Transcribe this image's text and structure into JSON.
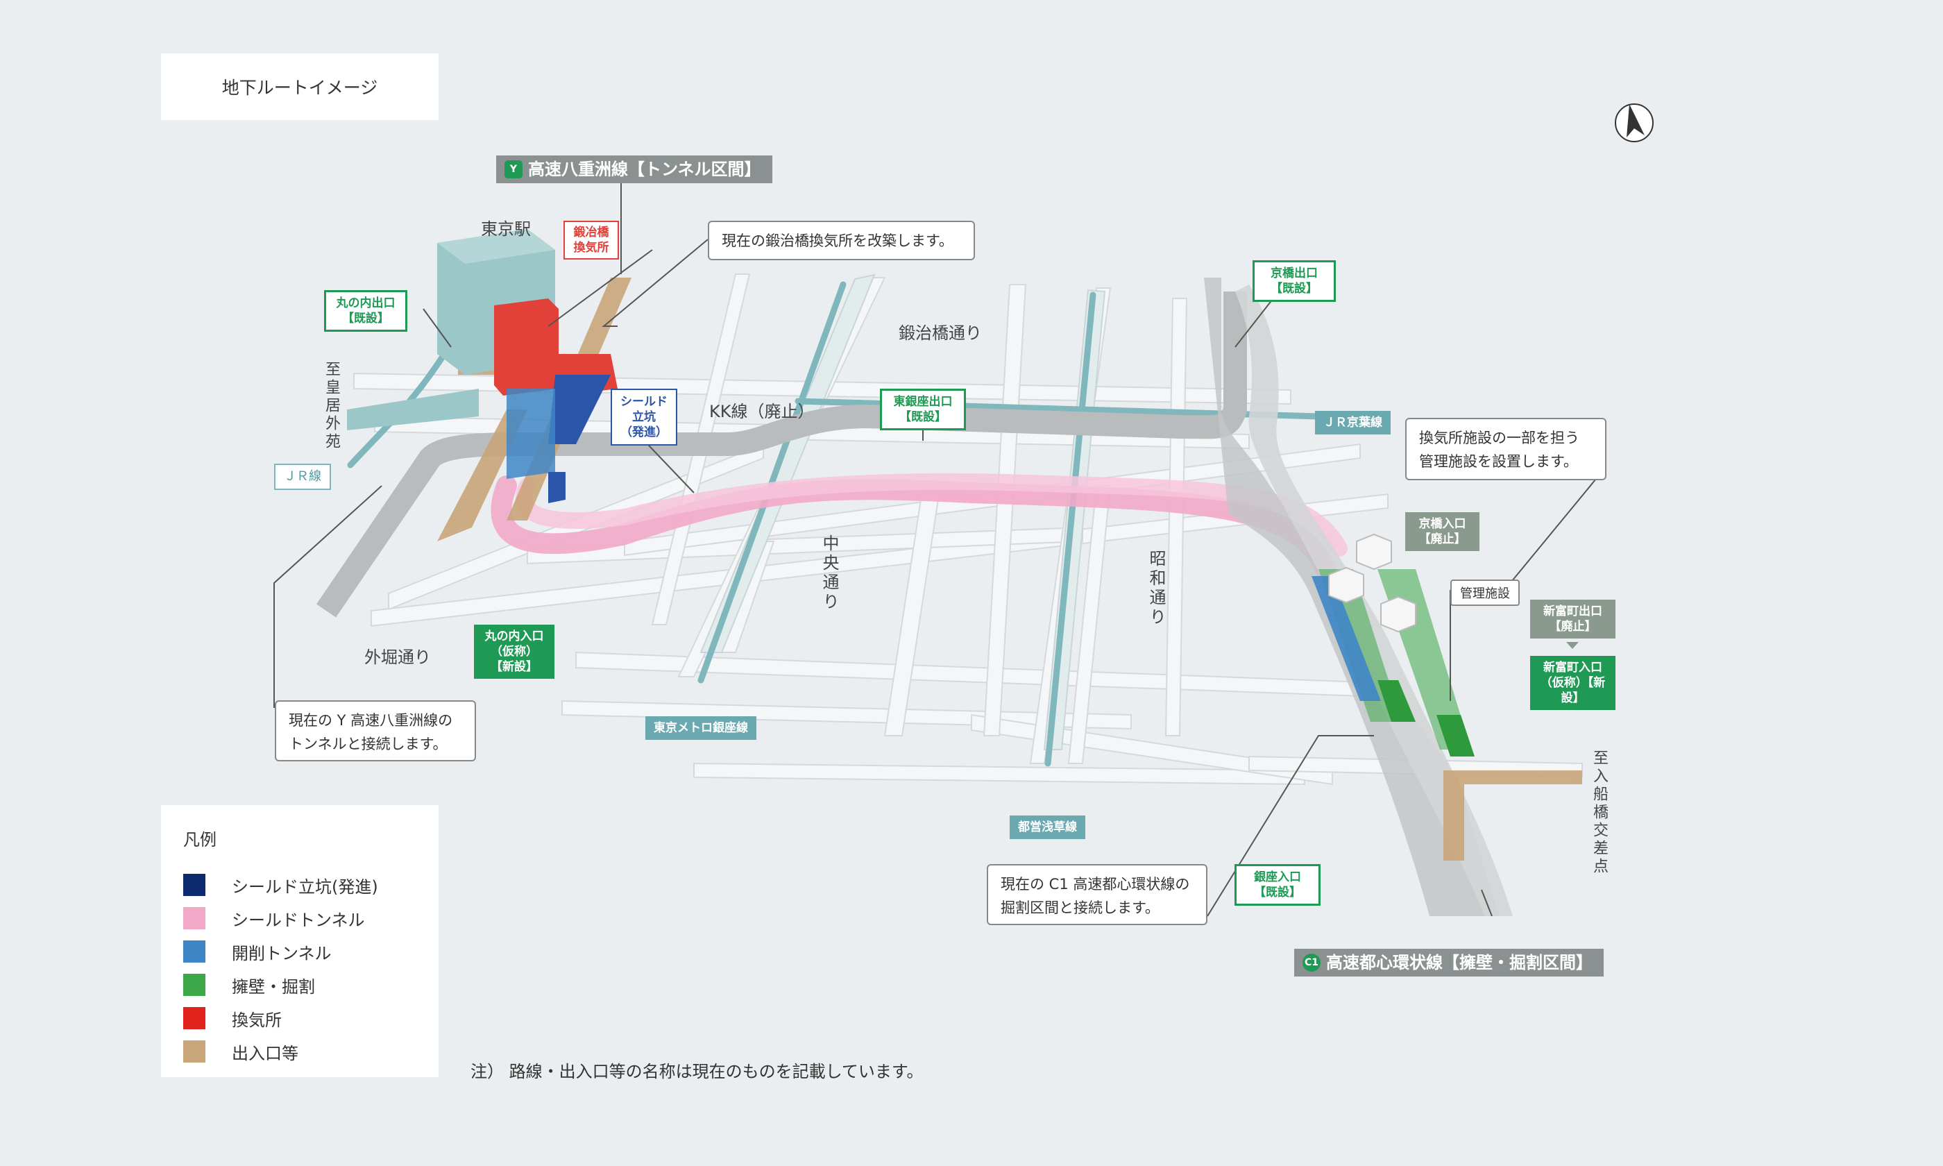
{
  "title": "地下ルートイメージ",
  "legend": {
    "title": "凡例",
    "items": [
      {
        "label": "シールド立坑(発進)",
        "color": "#0e2a6e"
      },
      {
        "label": "シールドトンネル",
        "color": "#f2a9c8"
      },
      {
        "label": "開削トンネル",
        "color": "#3f86c6"
      },
      {
        "label": "擁壁・掘割",
        "color": "#3da84a"
      },
      {
        "label": "換気所",
        "color": "#e2241f"
      },
      {
        "label": "出入口等",
        "color": "#c9a57a"
      }
    ]
  },
  "note": "注） 路線・出入口等の名称は現在のものを記載しています。",
  "routes": {
    "yaesu_tunnel": {
      "icon": "Y",
      "label": "高速八重洲線【トンネル区間】"
    },
    "c1": {
      "icon": "C1",
      "label": "高速都心環状線【擁壁・掘割区間】"
    }
  },
  "callouts": {
    "kajibashi_vent": "現在の鍛治橋換気所を改築します。",
    "yaesu_connect": "現在の Y 高速八重洲線の\nトンネルと接続します。",
    "c1_connect": "現在の C1 高速都心環状線の\n掘割区間と接続します。",
    "management": "換気所施設の一部を担う\n管理施設を設置します。"
  },
  "labels": {
    "tokyo_station": "東京駅",
    "kajibashi_vent": "鍛冶橋\n換気所",
    "marunouchi_exit": "丸の内出口\n【既設】",
    "shield_shaft": "シールド\n立坑\n（発進）",
    "higashiginza_exit": "東銀座出口\n【既設】",
    "kyobashi_exit": "京橋出口\n【既設】",
    "kyobashi_entrance": "京橋入口\n【廃止】",
    "shintomicho_exit": "新富町出口\n【廃止】",
    "shintomicho_entrance": "新富町入口\n（仮称）【新設】",
    "marunouchi_entrance": "丸の内入口\n（仮称）\n【新設】",
    "ginza_entrance": "銀座入口\n【既設】",
    "management_facility": "管理施設",
    "jr_line": "ＪＲ線",
    "jr_keiyo": "ＪＲ京葉線",
    "metro_ginza": "東京メトロ銀座線",
    "toei_asakusa": "都営浅草線"
  },
  "streets": {
    "kajibashi_dori": "鍛治橋通り",
    "kk_line": "KK線（廃止）",
    "chuo_dori": "中央通り",
    "showa_dori": "昭和通り",
    "sotobori_dori": "外堀通り",
    "to_kokyo": "至皇居外苑",
    "to_irifune": "至入船橋交差点"
  },
  "colors": {
    "road": "#f4f6f7",
    "road_side": "#d5d9db",
    "kk_line": "#b9bcbd",
    "shield_tunnel": "#f2a9c8",
    "cut_tunnel": "#3f86c6",
    "retaining": "#3da84a",
    "vent": "#e2413a",
    "ramp": "#c9a57a",
    "rail": "#7fb7bd",
    "building": "#9cc7c9"
  }
}
